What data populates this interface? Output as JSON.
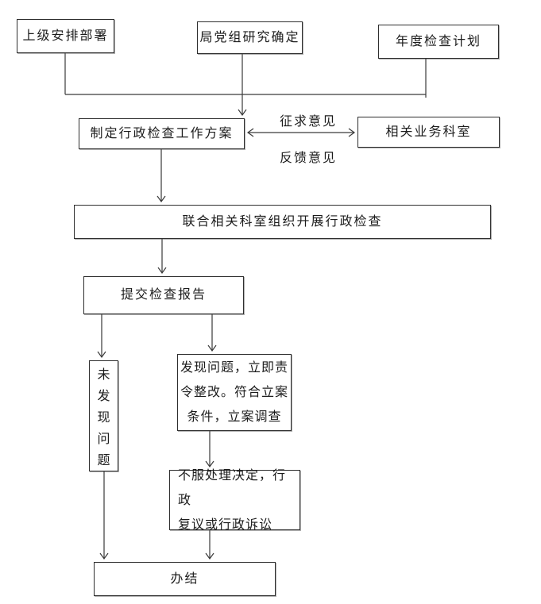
{
  "diagram": {
    "type": "flowchart",
    "nodes": {
      "superior": {
        "label": "上级安排部署"
      },
      "party_group": {
        "label": "局党组研究确定"
      },
      "annual_plan": {
        "label": "年度检查计划"
      },
      "work_plan": {
        "label": "制定行政检查工作方案"
      },
      "business_depts": {
        "label": "相关业务科室"
      },
      "joint_inspection": {
        "label": "联合相关科室组织开展行政检查"
      },
      "submit_report": {
        "label": "提交检查报告"
      },
      "no_problem": {
        "label": "未发现问题"
      },
      "problem_found": {
        "label": "发现问题，立即责\n令整改。符合立案\n条件，立案调查"
      },
      "appeal": {
        "label": "不服处理决定，行政\n复议或行政诉讼"
      },
      "complete": {
        "label": "办结"
      }
    },
    "edge_labels": {
      "solicit": "征求意见",
      "feedback": "反馈意见"
    },
    "colors": {
      "line": "#3a3a3a",
      "border": "#2e2e2e",
      "text": "#1c1c1c",
      "background": "#ffffff"
    }
  }
}
